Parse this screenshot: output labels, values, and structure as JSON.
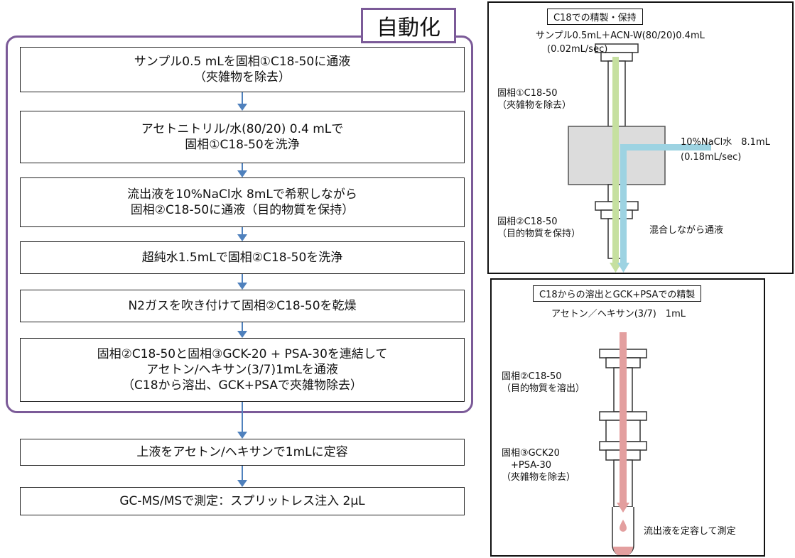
{
  "automation": {
    "label": "自動化"
  },
  "steps": [
    {
      "lines": [
        "サンプル0.5 mLを固相①C18-50に通液",
        "（夾雑物を除去）"
      ]
    },
    {
      "lines": [
        "アセトニトリル/水(80/20) 0.4 mLで",
        "固相①C18-50を洗浄"
      ]
    },
    {
      "lines": [
        "流出液を10%NaCl水 8mLで希釈しながら",
        "固相②C18-50に通液（目的物質を保持）"
      ]
    },
    {
      "lines": [
        "超純水1.5mLで固相②C18-50を洗浄"
      ]
    },
    {
      "lines": [
        "N2ガスを吹き付けて固相②C18-50を乾燥"
      ]
    },
    {
      "lines": [
        "固相②C18-50と固相③GCK-20 + PSA-30を連結して",
        "アセトン/ヘキサン(3/7)1mLを通液",
        "（C18から溶出、GCK+PSAで夾雑物除去）"
      ]
    },
    {
      "lines": [
        "上液をアセトン/ヘキサンで1mLに定容"
      ]
    },
    {
      "lines": [
        "GC-MS/MSで測定：スプリットレス注入 2µL"
      ]
    }
  ],
  "panel_top": {
    "title": "C18での精製・保持",
    "sample_line": "サンプル0.5mL＋ACN-W(80/20)0.4mL",
    "flow_rate": "(0.02mL/sec)",
    "cartridge1": [
      "固相①C18-50",
      "（夾雑物を除去）"
    ],
    "nacl": [
      "10%NaCl水　8.1mL",
      "(0.18mL/sec)"
    ],
    "cartridge2": [
      "固相②C18-50",
      "（目的物質を保持）"
    ],
    "mixing": "混合しながら通液"
  },
  "panel_bottom": {
    "title": "C18からの溶出とGCK+PSAでの精製",
    "solvent": "アセトン／ヘキサン(3/7)　1mL",
    "cartridge2": [
      "固相②C18-50",
      "（目的物質を溶出）"
    ],
    "cartridge3": [
      "固相③GCK20",
      "　+PSA-30",
      "（夾雑物を除去）"
    ],
    "measure": "流出液を定容して測定"
  },
  "colors": {
    "frame": "#7b5a98",
    "arrow": "#4f81bd",
    "sample_stream": "#c6e0a0",
    "nacl_stream": "#9dd3e2",
    "eluent_stream": "#e39f9f"
  }
}
